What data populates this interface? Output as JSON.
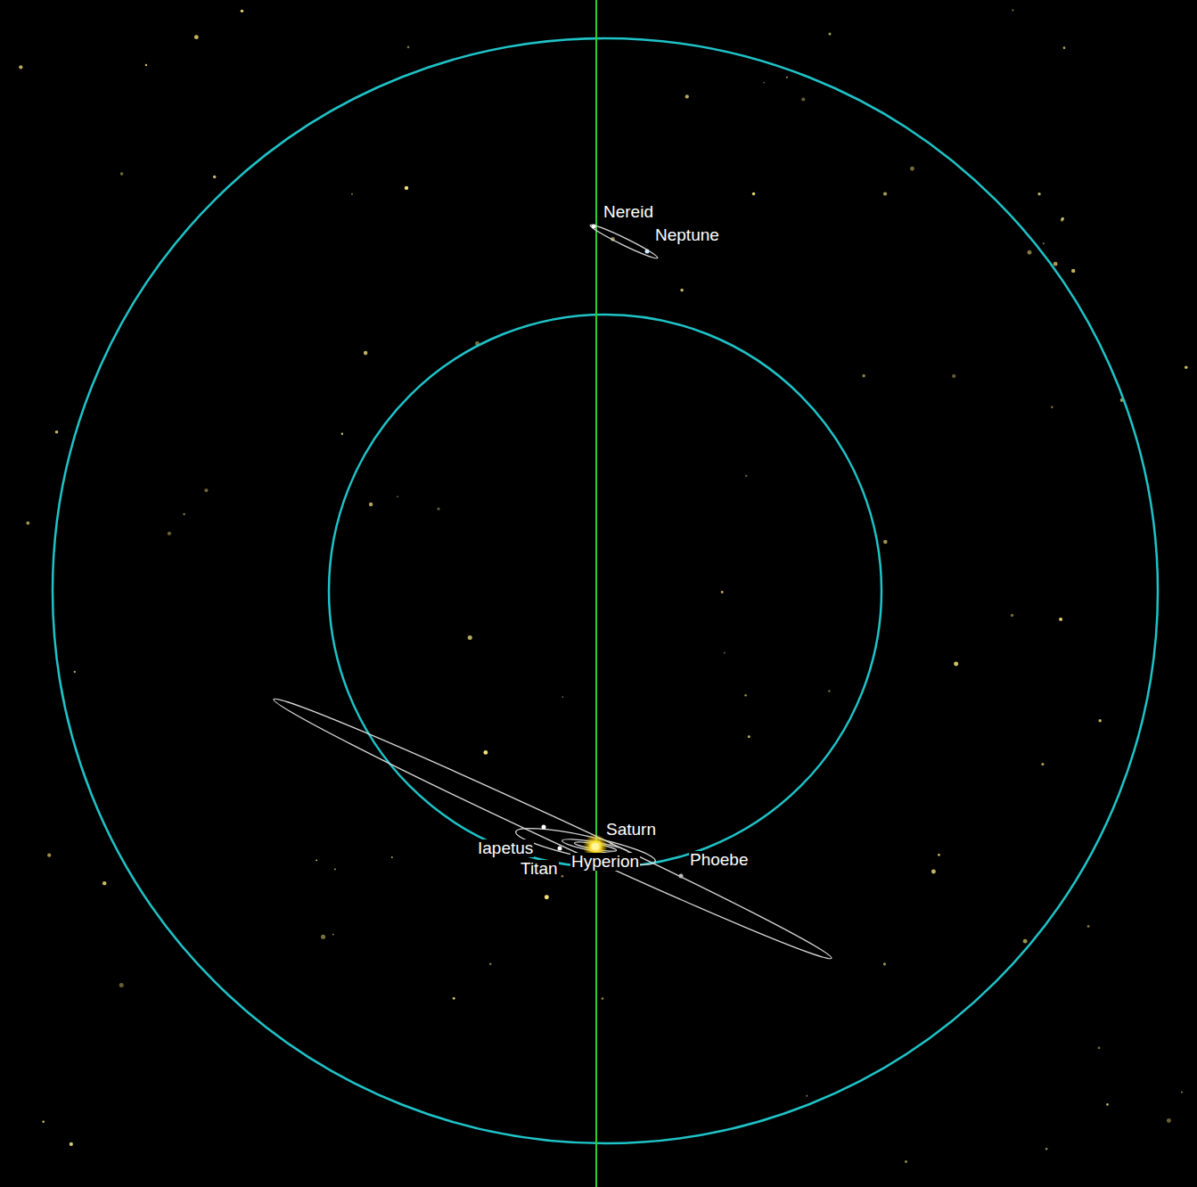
{
  "diagram": {
    "labels": [
      "Nereid",
      "Neptune",
      "Saturn",
      "Iapetus",
      "Titan",
      "Hyperion",
      "Phoebe"
    ]
  }
}
